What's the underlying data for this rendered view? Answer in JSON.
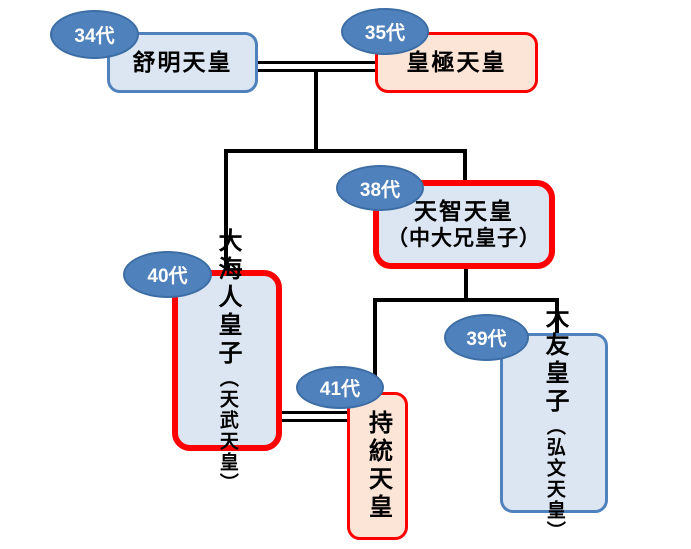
{
  "diagram": {
    "type": "family-tree",
    "subject": "日本の天皇系図（34代〜41代）",
    "colors": {
      "accent_blue": "#4f81bd",
      "light_blue_fill": "#dce6f2",
      "peach_fill": "#fce4d6",
      "highlight_red": "#ff0000",
      "line_black": "#000000",
      "badge_text": "#ffffff"
    },
    "nodes": [
      {
        "gen": "34代",
        "name": "舒明天皇",
        "subtitle": "",
        "box_style": "blue-border-lightblue",
        "orientation": "horizontal"
      },
      {
        "gen": "35代",
        "name": "皇極天皇",
        "subtitle": "",
        "box_style": "red-border-peach",
        "orientation": "horizontal"
      },
      {
        "gen": "38代",
        "name": "天智天皇",
        "subtitle": "（中大兄皇子）",
        "box_style": "thick-red-border-lightblue",
        "orientation": "horizontal"
      },
      {
        "gen": "40代",
        "name": "大海人皇子",
        "subtitle": "（天武天皇）",
        "box_style": "thick-red-border-lightblue",
        "orientation": "vertical"
      },
      {
        "gen": "41代",
        "name": "持統天皇",
        "subtitle": "",
        "box_style": "red-border-peach",
        "orientation": "vertical"
      },
      {
        "gen": "39代",
        "name": "大友皇子",
        "subtitle": "（弘文天皇）",
        "box_style": "blue-border-lightblue",
        "orientation": "vertical"
      }
    ],
    "relationships": {
      "marriages": [
        {
          "between": [
            "舒明天皇",
            "皇極天皇"
          ],
          "mark": "double-line"
        },
        {
          "between": [
            "大海人皇子",
            "持統天皇"
          ],
          "mark": "double-line"
        }
      ],
      "parent_child": [
        {
          "parents": [
            "舒明天皇",
            "皇極天皇"
          ],
          "children": [
            "大海人皇子",
            "天智天皇"
          ]
        },
        {
          "parents": [
            "天智天皇"
          ],
          "children": [
            "持統天皇",
            "大友皇子"
          ]
        }
      ]
    }
  }
}
